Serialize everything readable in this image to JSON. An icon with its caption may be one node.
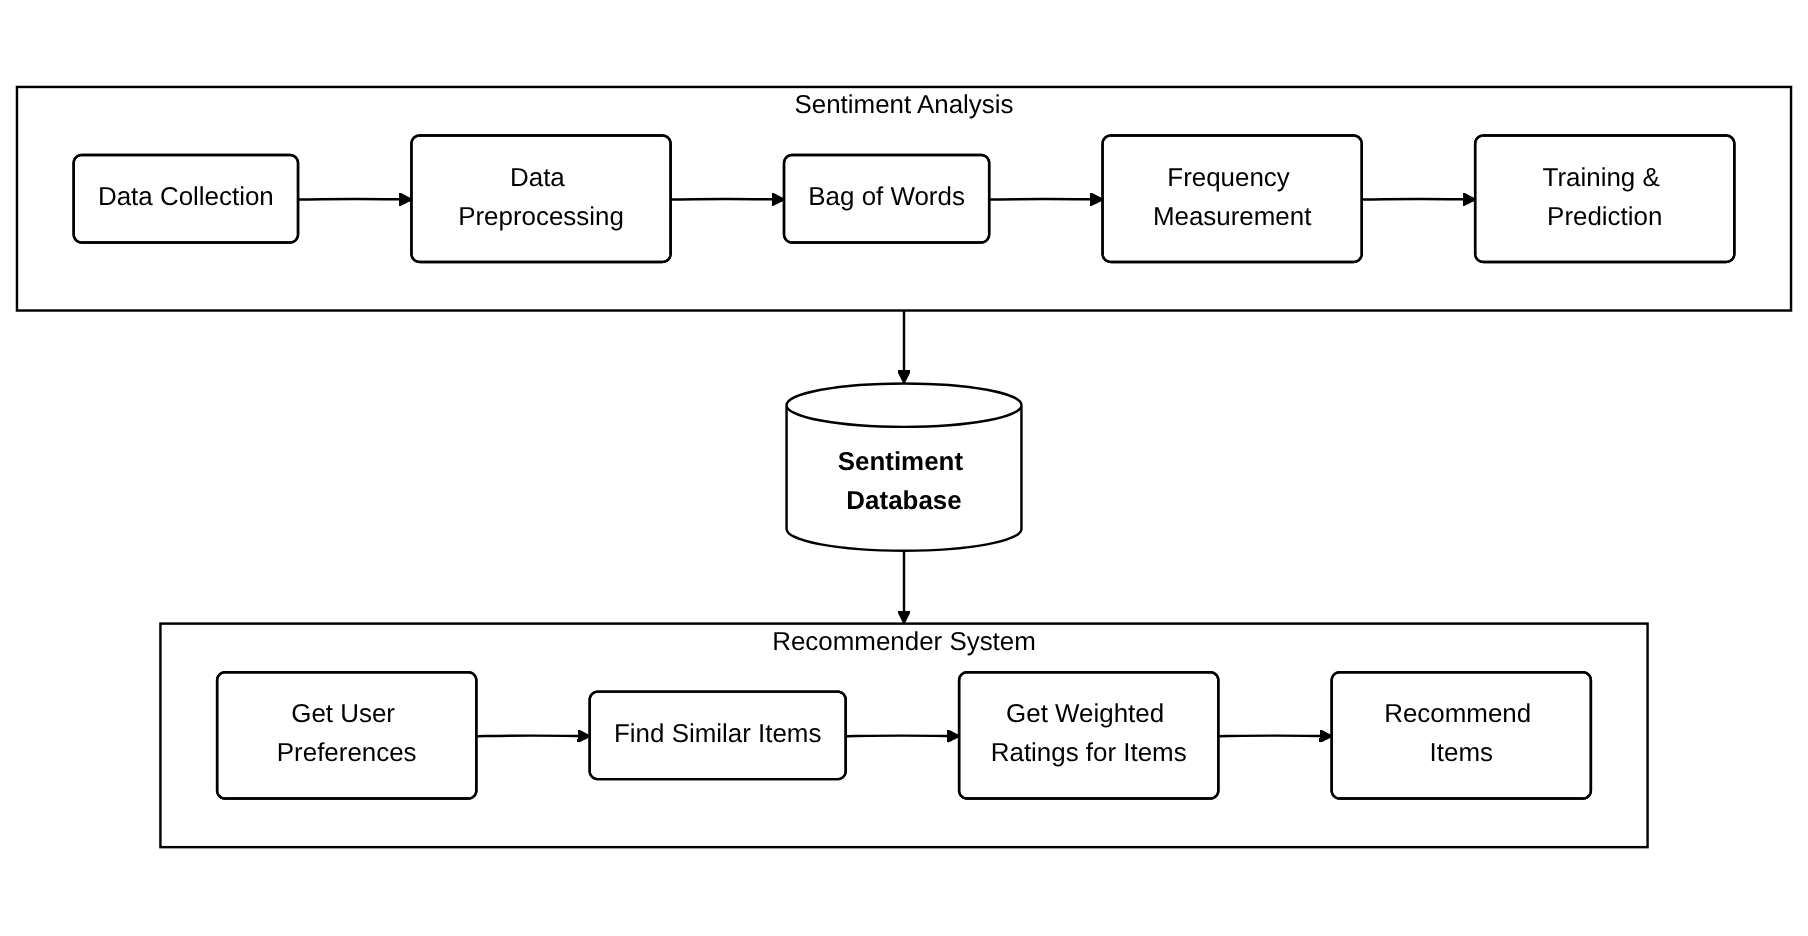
{
  "diagram": {
    "nodes": [
      {
        "text": [
          "Sentiment Analysis"
        ]
      },
      {
        "text": [
          "Data Collection"
        ],
        "in": 0
      },
      {
        "text": [
          "Data Preprocessing"
        ],
        "in": 0
      },
      {
        "text": [
          "Bag of Words"
        ],
        "in": 0
      },
      {
        "text": [
          "Frequency Measurement"
        ],
        "in": 0
      },
      {
        "text": [
          "Training & Prediction"
        ],
        "in": 0
      },
      {
        "text": [
          "Sentiment Database"
        ]
      },
      {
        "text": [
          "Recommender System"
        ]
      },
      {
        "text": [
          "Get User Preferences"
        ],
        "in": 7
      },
      {
        "text": [
          "Find Similar Items"
        ],
        "in": 7
      },
      {
        "text": [
          "Get Weighted Ratings for Items"
        ],
        "in": 7
      },
      {
        "text": [
          "Recommend Items"
        ],
        "in": 7
      }
    ],
    "edges": [
      {
        "from": 1,
        "to": 2,
        "arrow": "to"
      },
      {
        "from": 2,
        "to": 3,
        "arrow": "to"
      },
      {
        "from": 3,
        "to": 4,
        "arrow": "to"
      },
      {
        "from": 4,
        "to": 5,
        "arrow": "to"
      },
      {
        "from": 0,
        "to": 6,
        "arrow": "to"
      },
      {
        "from": 6,
        "to": 7,
        "arrow": "to"
      },
      {
        "from": 8,
        "to": 9,
        "arrow": "to"
      },
      {
        "from": 9,
        "to": 10,
        "arrow": "to"
      },
      {
        "from": 10,
        "to": 11,
        "arrow": "to"
      }
    ]
  }
}
